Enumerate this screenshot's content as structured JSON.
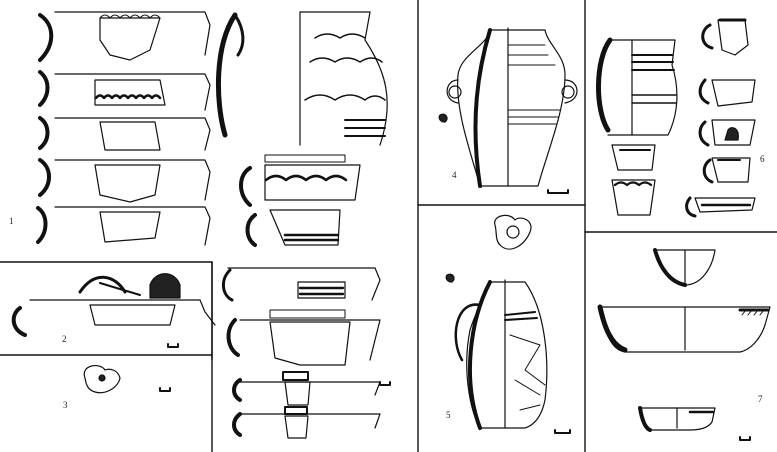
{
  "plate": {
    "figure_numbers": [
      "1",
      "2",
      "3",
      "4",
      "5",
      "6",
      "7"
    ]
  },
  "colors": {
    "ink": "#111111",
    "paper": "#ffffff",
    "fill": "#222222"
  }
}
